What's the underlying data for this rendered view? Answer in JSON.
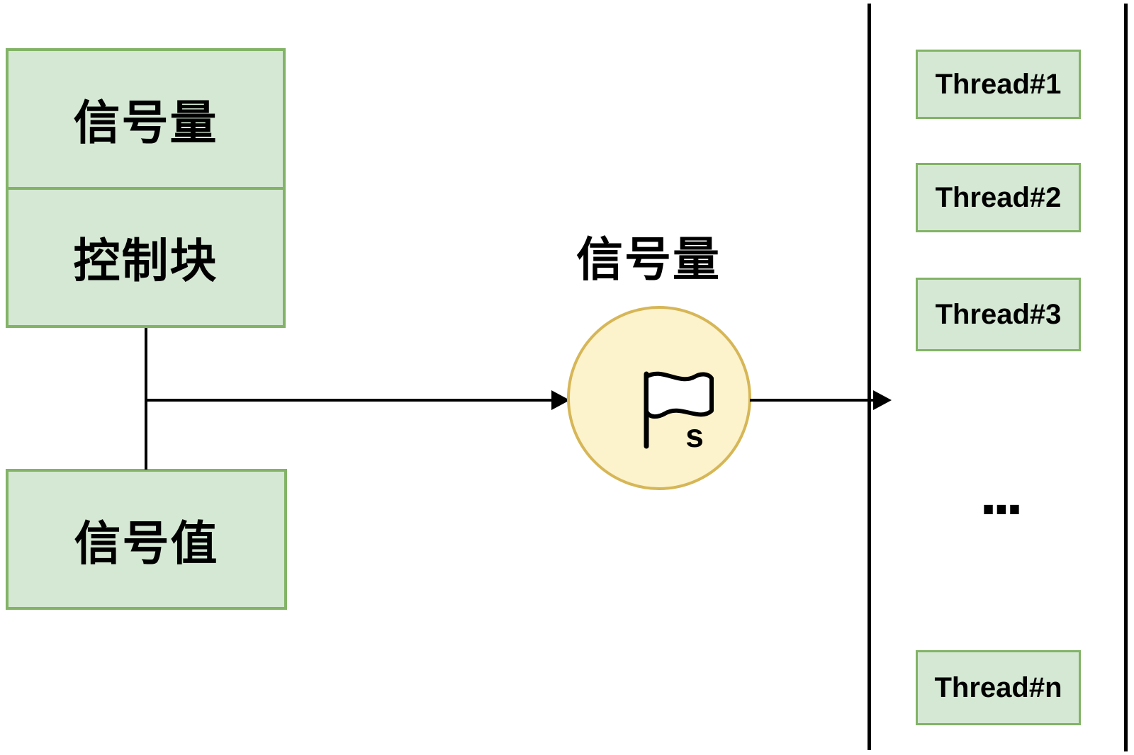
{
  "colors": {
    "box-fill": "#D5E8D4",
    "box-border": "#82B366",
    "circle-fill": "#FCF2CC",
    "circle-border": "#D6B656",
    "line": "#000000",
    "text": "#000000"
  },
  "left_block": {
    "cells": [
      {
        "label": "信号量"
      },
      {
        "label": "控制块"
      }
    ]
  },
  "value_box": {
    "label": "信号值"
  },
  "semaphore": {
    "title": "信号量",
    "icon": "flag-icon",
    "flag_label": "s"
  },
  "queue": {
    "threads": [
      {
        "label": "Thread#1"
      },
      {
        "label": "Thread#2"
      },
      {
        "label": "Thread#3"
      },
      {
        "label": "Thread#n"
      }
    ],
    "ellipsis": "..."
  }
}
